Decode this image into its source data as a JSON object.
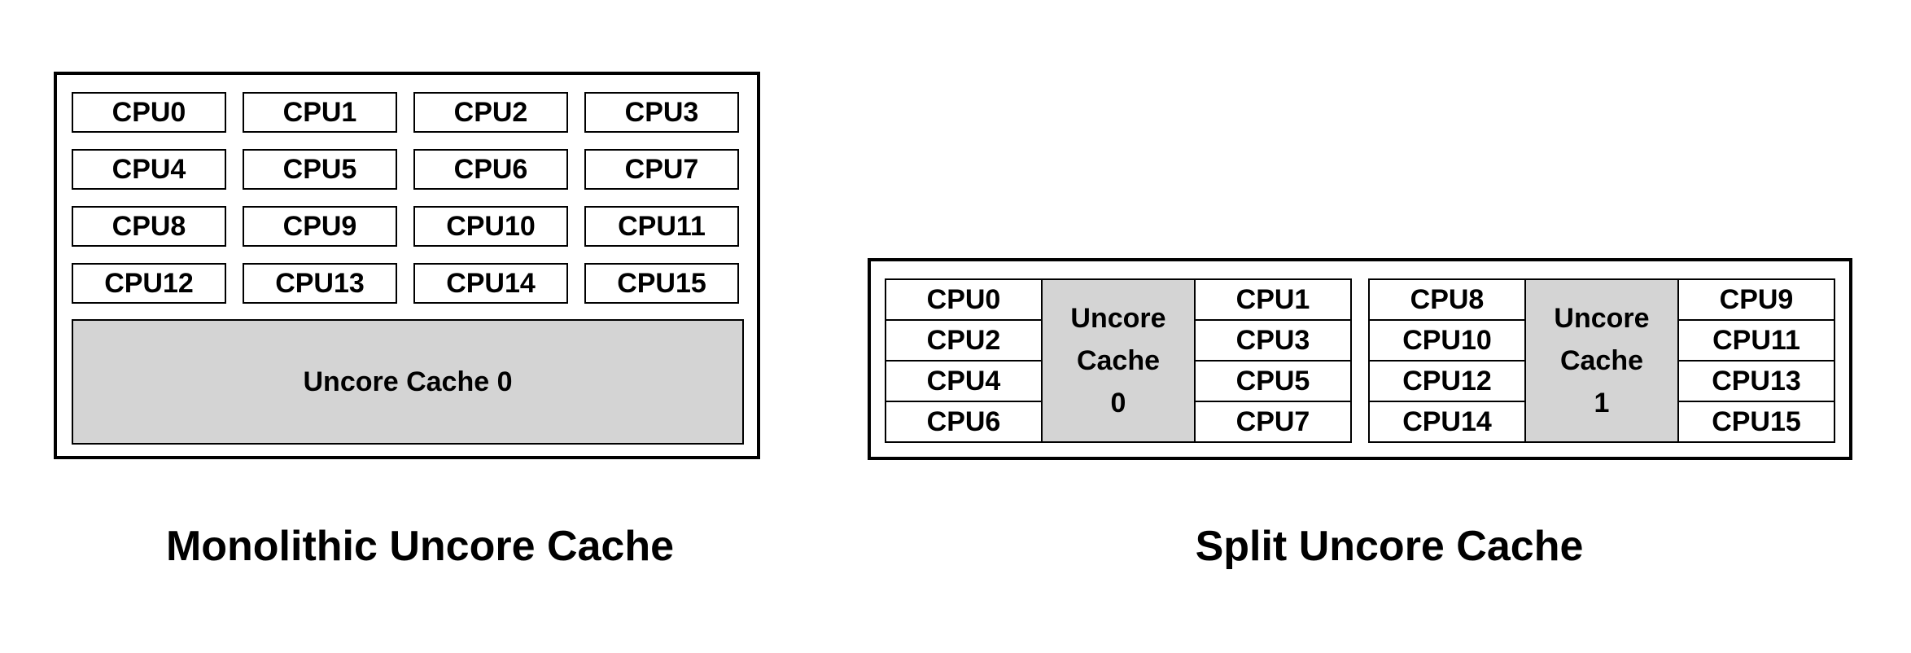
{
  "page": {
    "background": "#ffffff"
  },
  "colors": {
    "border": "#000000",
    "text": "#000000",
    "cache_fill": "#d4d4d4",
    "cpu_fill": "#ffffff"
  },
  "monolithic": {
    "caption": "Monolithic Uncore Cache",
    "cache_label": "Uncore Cache 0",
    "cpus": [
      "CPU0",
      "CPU1",
      "CPU2",
      "CPU3",
      "CPU4",
      "CPU5",
      "CPU6",
      "CPU7",
      "CPU8",
      "CPU9",
      "CPU10",
      "CPU11",
      "CPU12",
      "CPU13",
      "CPU14",
      "CPU15"
    ]
  },
  "split": {
    "caption": "Split Uncore Cache",
    "groups": [
      {
        "left_cpus": [
          "CPU0",
          "CPU2",
          "CPU4",
          "CPU6"
        ],
        "cache_lines": [
          "Uncore",
          "Cache",
          "0"
        ],
        "right_cpus": [
          "CPU1",
          "CPU3",
          "CPU5",
          "CPU7"
        ]
      },
      {
        "left_cpus": [
          "CPU8",
          "CPU10",
          "CPU12",
          "CPU14"
        ],
        "cache_lines": [
          "Uncore",
          "Cache",
          "1"
        ],
        "right_cpus": [
          "CPU9",
          "CPU11",
          "CPU13",
          "CPU15"
        ]
      }
    ]
  }
}
